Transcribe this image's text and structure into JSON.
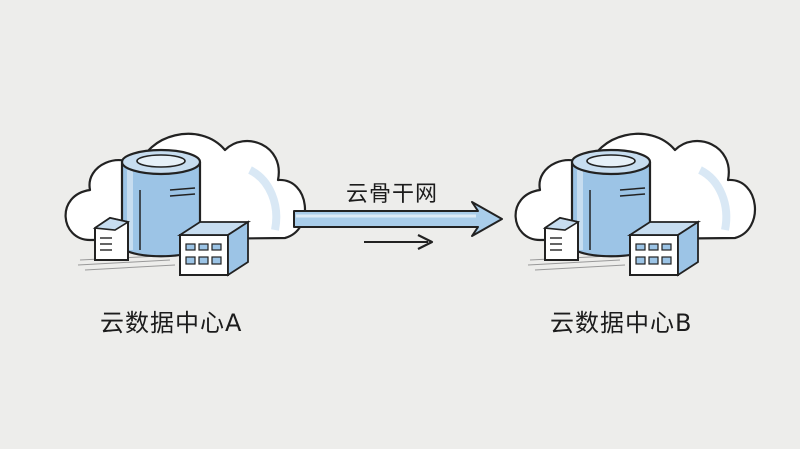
{
  "diagram": {
    "nodes": [
      {
        "id": "a",
        "label": "云数据中心A",
        "icon": "cloud-datacenter-icon"
      },
      {
        "id": "b",
        "label": "云数据中心B",
        "icon": "cloud-datacenter-icon"
      }
    ],
    "edges": [
      {
        "from": "a",
        "to": "b",
        "label": "云骨干网",
        "style": "thick-blue-arrow"
      }
    ],
    "direction_hint": {
      "icon": "arrow-right-icon"
    }
  },
  "colors": {
    "background": "#ededeb",
    "stroke": "#222222",
    "cloud_fill": "#ffffff",
    "cloud_shade": "#d6e6f3",
    "server_fill": "#9cc4e6",
    "server_light": "#c7ddf0",
    "arrow_fill": "#a9cdea"
  }
}
